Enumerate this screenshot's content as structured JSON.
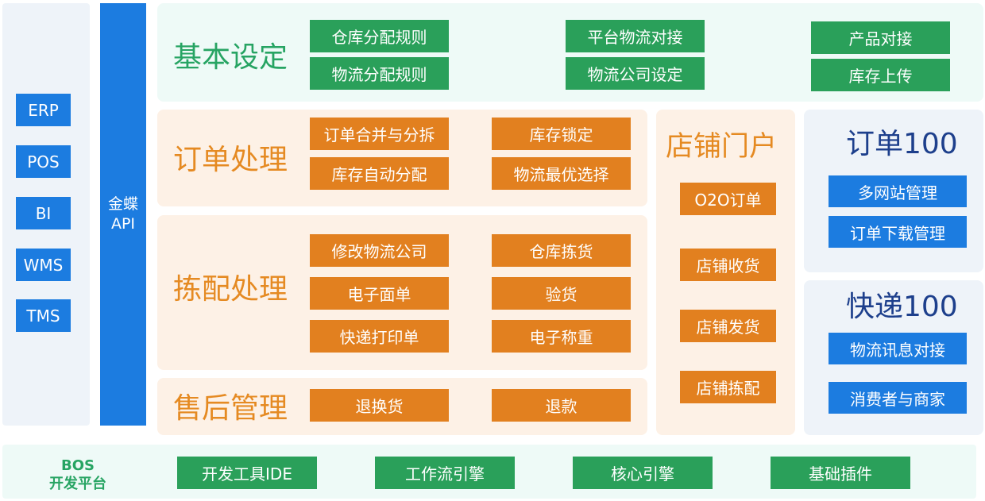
{
  "left_systems": [
    "ERP",
    "POS",
    "BI",
    "WMS",
    "TMS"
  ],
  "api_bar": {
    "label": "金蝶API"
  },
  "basic_settings": {
    "title": "基本设定",
    "items": [
      "仓库分配规则",
      "物流分配规则",
      "平台物流对接",
      "物流公司设定",
      "产品对接",
      "库存上传"
    ]
  },
  "order_processing": {
    "title": "订单处理",
    "items": [
      "订单合并与分拆",
      "库存自动分配",
      "库存锁定",
      "物流最优选择"
    ]
  },
  "picking": {
    "title": "拣配处理",
    "items": [
      "修改物流公司",
      "电子面单",
      "快递打印单",
      "仓库拣货",
      "验货",
      "电子称重"
    ]
  },
  "after_sales": {
    "title": "售后管理",
    "items": [
      "退换货",
      "退款"
    ]
  },
  "store_portal": {
    "title": "店铺门户",
    "items": [
      "O2O订单",
      "店铺收货",
      "店铺发货",
      "店铺拣配"
    ]
  },
  "order100": {
    "title": "订单100",
    "items": [
      "多网站管理",
      "订单下载管理"
    ]
  },
  "express100": {
    "title": "快递100",
    "items": [
      "物流讯息对接",
      "消费者与商家"
    ]
  },
  "bos": {
    "title_line1": "BOS",
    "title_line2": "开发平台",
    "items": [
      "开发工具IDE",
      "工作流引擎",
      "核心引擎",
      "基础插件"
    ]
  },
  "colors": {
    "green_button": "#2aa05a",
    "orange_button": "#e2801f",
    "blue_button": "#1c7ce0",
    "mint_panel": "#eefaf7",
    "peach_panel": "#fdf1e6",
    "ice_panel": "#eef3f9",
    "navy_heading": "#1d3f8c"
  }
}
